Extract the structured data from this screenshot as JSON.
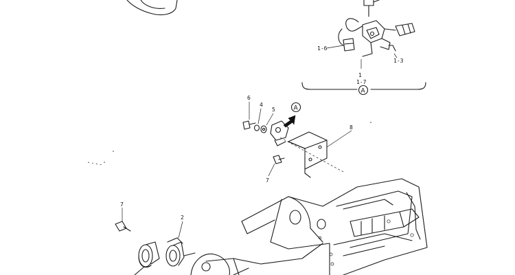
{
  "labels": {
    "p1_6": "1-6",
    "p1_3": "1-3",
    "p1": "1",
    "p1_7": "1-7",
    "detail_a": "A",
    "view_a": "A",
    "p6": "6",
    "p4": "4",
    "p5": "5",
    "p8": "8",
    "p7_upper": "7",
    "p7_lower": "7",
    "p2": "2"
  }
}
